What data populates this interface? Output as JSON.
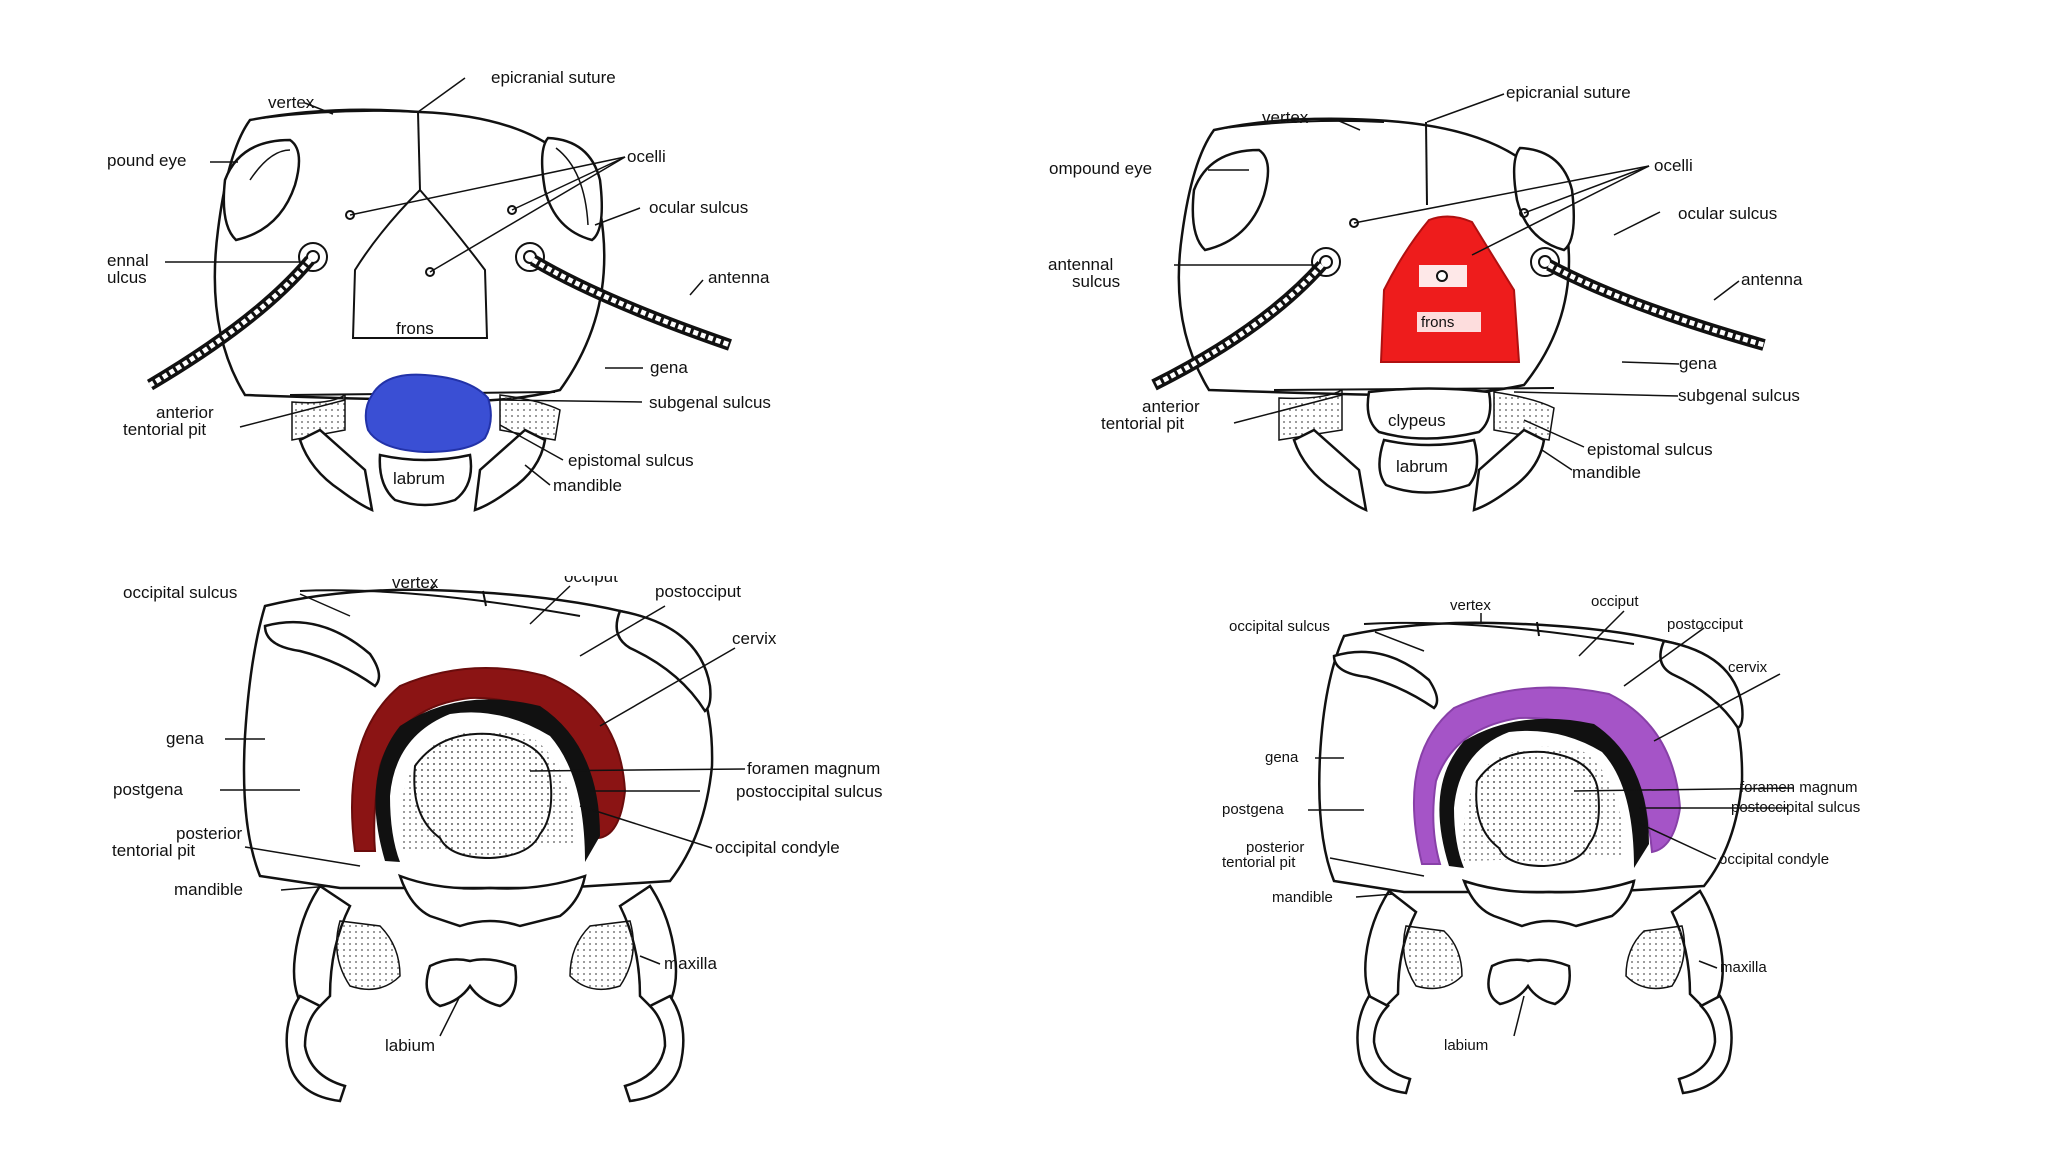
{
  "colors": {
    "clypeus_highlight": "#3a4fd4",
    "frons_highlight": "#ee1c1c",
    "postocciput_dark": "#8b1414",
    "postocciput_purple": "#a554c7"
  },
  "front_views": [
    {
      "labels": {
        "epicranial_suture": "epicranial suture",
        "vertex": "vertex",
        "compound_eye": "pound eye",
        "ocelli": "ocelli",
        "ocular_sulcus": "ocular sulcus",
        "antennal_sulcus_1": "ennal",
        "antennal_sulcus_2": "ulcus",
        "antenna": "antenna",
        "frons": "frons",
        "gena": "gena",
        "subgenal_sulcus": "subgenal sulcus",
        "anterior_tentorial_pit_1": "anterior",
        "anterior_tentorial_pit_2": "tentorial pit",
        "epistomal_sulcus": "epistomal sulcus",
        "labrum": "labrum",
        "mandible": "mandible",
        "clypeus": ""
      }
    },
    {
      "labels": {
        "epicranial_suture": "epicranial suture",
        "vertex": "vertex",
        "compound_eye": "ompound eye",
        "ocelli": "ocelli",
        "ocular_sulcus": "ocular sulcus",
        "antennal_sulcus_1": "antennal",
        "antennal_sulcus_2": "sulcus",
        "antenna": "antenna",
        "frons": "frons",
        "gena": "gena",
        "subgenal_sulcus": "subgenal sulcus",
        "anterior_tentorial_pit_1": "anterior",
        "anterior_tentorial_pit_2": "tentorial pit",
        "epistomal_sulcus": "epistomal sulcus",
        "labrum": "labrum",
        "mandible": "mandible",
        "clypeus": "clypeus"
      }
    }
  ],
  "back_views": [
    {
      "labels": {
        "vertex": "vertex",
        "occiput": "occiput",
        "occipital_sulcus": "occipital sulcus",
        "postocciput": "postocciput",
        "cervix": "cervix",
        "gena": "gena",
        "foramen_magnum": "foramen magnum",
        "postgena": "postgena",
        "postoccipital_sulcus": "postoccipital sulcus",
        "posterior_tentorial_pit_1": "posterior",
        "posterior_tentorial_pit_2": "tentorial pit",
        "occipital_condyle": "occipital condyle",
        "mandible": "mandible",
        "maxilla": "maxilla",
        "labium": "labium"
      }
    },
    {
      "labels": {
        "vertex": "vertex",
        "occiput": "occiput",
        "occipital_sulcus": "occipital sulcus",
        "postocciput": "postocciput",
        "cervix": "cervix",
        "gena": "gena",
        "foramen_magnum": "foramen magnum",
        "postgena": "postgena",
        "postoccipital_sulcus": "postoccipital sulcus",
        "posterior_tentorial_pit_1": "posterior",
        "posterior_tentorial_pit_2": "tentorial pit",
        "occipital_condyle": "occipital condyle",
        "mandible": "mandible",
        "maxilla": "maxilla",
        "labium": "labium"
      }
    }
  ]
}
